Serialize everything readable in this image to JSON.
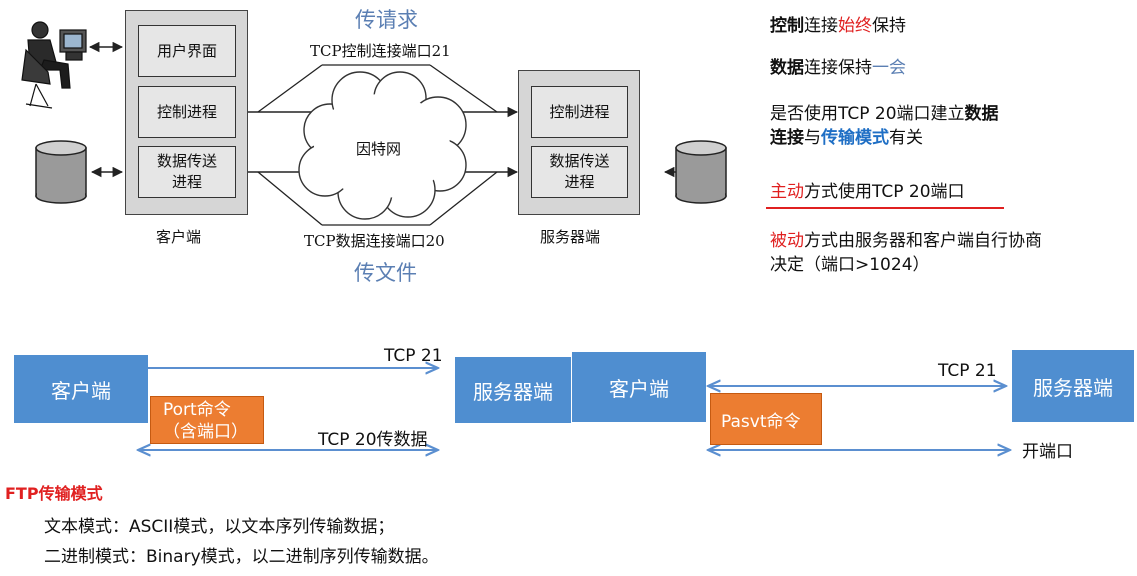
{
  "top_diagram": {
    "label_request": "传请求",
    "label_file": "传文件",
    "control_port": "TCP控制连接端口21",
    "data_port": "TCP数据连接端口20",
    "internet": "因特网",
    "client": {
      "ui": "用户界面",
      "control": "控制进程",
      "data_line1": "数据传送",
      "data_line2": "进程",
      "caption": "客户端"
    },
    "server": {
      "control": "控制进程",
      "data_line1": "数据传送",
      "data_line2": "进程",
      "caption": "服务器端"
    }
  },
  "notes": {
    "n1_a": "控制",
    "n1_b": "连接",
    "n1_c": "始终",
    "n1_d": "保持",
    "n2_a": "数据",
    "n2_b": "连接保持",
    "n2_c": "一会",
    "n3_a": "是否使用TCP 20端口建立",
    "n3_b": "数据",
    "n3_c": "连接",
    "n3_d": "与",
    "n3_e": "传输模式",
    "n3_f": "有关",
    "n4_a": "主动",
    "n4_b": "方式使用TCP 20端口",
    "n5_a": "被动",
    "n5_b": "方式由服务器和客户端自行协商",
    "n5_c": "决定（端口>1024）"
  },
  "active_mode": {
    "client": "客户端",
    "server": "服务器端",
    "tcp21": "TCP 21",
    "cmd_line1": "Port命令",
    "cmd_line2": "（含端口）",
    "tcp20": "TCP 20传数据"
  },
  "passive_mode": {
    "client": "客户端",
    "server": "服务器端",
    "tcp21": "TCP 21",
    "cmd": "Pasvt命令",
    "open_port": "开端口"
  },
  "ftp_modes": {
    "title": "FTP传输模式",
    "text_mode": "文本模式：ASCII模式，以文本序列传输数据；",
    "binary_mode": "二进制模式：Binary模式，以二进制序列传输数据。"
  },
  "colors": {
    "blue_box": "#4f8ed0",
    "orange_box": "#ec7d31",
    "red": "#e02020",
    "accent_blue": "#1f6fc5",
    "arrow": "#5b8fd0"
  }
}
